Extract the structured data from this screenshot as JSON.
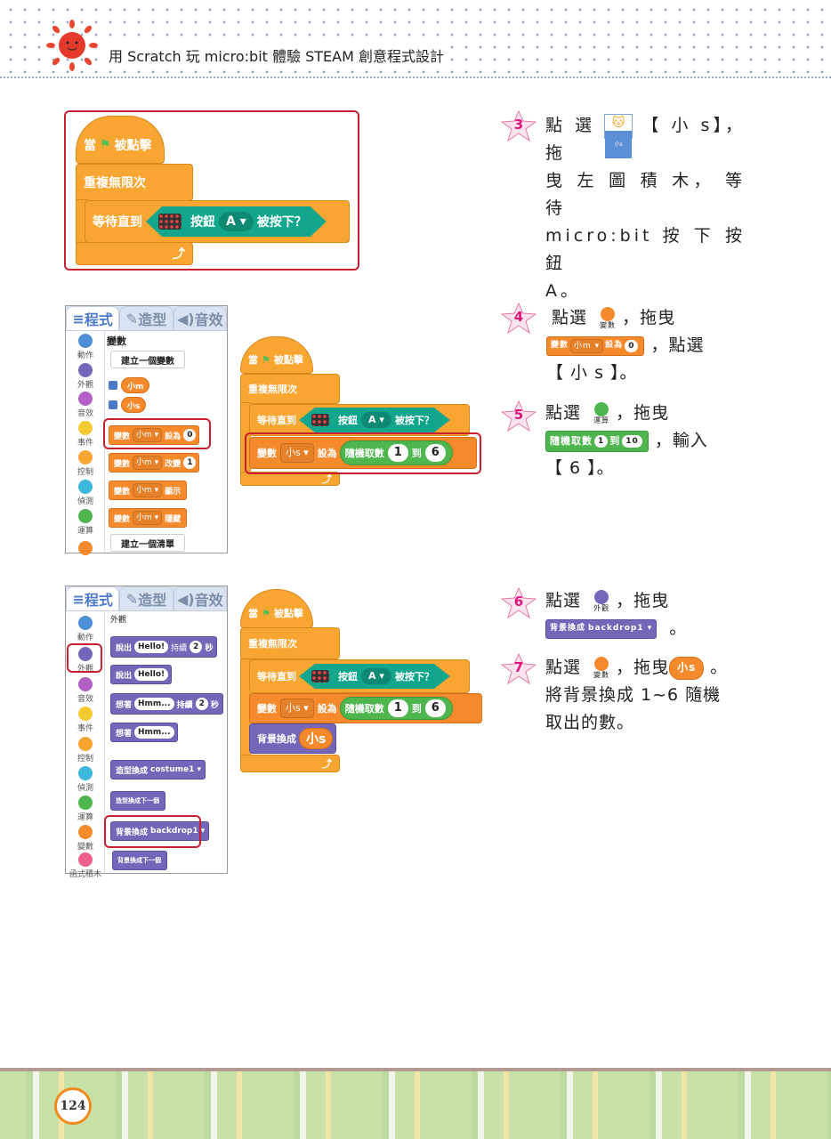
{
  "header": {
    "book_title": "用 Scratch 玩 micro:bit 體驗 STEAM 創意程式設計"
  },
  "blocks": {
    "when_flag": "當",
    "clicked": "被點擊",
    "forever": "重複無限次",
    "wait_until": "等待直到",
    "button": "按鈕",
    "button_value": "A ▾",
    "pressed": "被按下？",
    "variable": "變數",
    "var_s": "小s ▾",
    "set_to": "設為",
    "random": "隨機取數",
    "to": "到",
    "rand_from": "1",
    "rand_to": "6",
    "switch_backdrop": "背景換成",
    "var_s_reporter": "小s",
    "loop_arrow": "⤴"
  },
  "palette": {
    "tabs": [
      "程式",
      "造型",
      "音效"
    ],
    "categories": [
      "動作",
      "外觀",
      "音效",
      "事件",
      "控制",
      "偵測",
      "運算",
      "變數",
      "函式積木"
    ],
    "category_colors": [
      "#4c8fd6",
      "#7466b8",
      "#b45fc4",
      "#f5c932",
      "#f8a531",
      "#3cb8db",
      "#4fb54f",
      "#f58a2c",
      "#ee5f8a"
    ],
    "variables": {
      "heading": "變數",
      "make_variable": "建立一個變數",
      "vars": [
        "小m",
        "小s"
      ],
      "blocks": [
        {
          "label": "變數",
          "dropdown": "小m ▾",
          "action": "設為",
          "value": "0"
        },
        {
          "label": "變數",
          "dropdown": "小m ▾",
          "action": "改變",
          "value": "1"
        },
        {
          "label": "變數",
          "dropdown": "小m ▾",
          "action": "顯示"
        },
        {
          "label": "變數",
          "dropdown": "小m ▾",
          "action": "隱藏"
        }
      ],
      "make_list": "建立一個清單"
    },
    "looks": {
      "heading": "外觀",
      "say_for": {
        "label": "說出",
        "text": "Hello!",
        "for": "持續",
        "secs": "2",
        "unit": "秒"
      },
      "say": {
        "label": "說出",
        "text": "Hello!"
      },
      "think_for": {
        "label": "想著",
        "text": "Hmm...",
        "for": "持續",
        "secs": "2",
        "unit": "秒"
      },
      "think": {
        "label": "想著",
        "text": "Hmm..."
      },
      "switch_costume": "造型換成",
      "costume": "costume1 ▾",
      "next_costume": "造型換成下一個",
      "switch_backdrop": "背景換成",
      "backdrop": "backdrop1 ▾",
      "next_backdrop": "背景換成下一個"
    }
  },
  "steps": [
    {
      "num": "3",
      "lines": [
        "點 選",
        "【 小 s】， 拖",
        "曳 左 圖 積 木， 等 待",
        "micro:bit 按 下 按 鈕",
        "A。"
      ],
      "sprite_label": "小s"
    },
    {
      "num": "4",
      "text_a": "點選",
      "cat_label": "變數",
      "text_b": "，拖曳",
      "text_c": "，點選",
      "text_d": "【 小 s 】。",
      "block": {
        "label": "變數",
        "dropdown": "小m ▾",
        "action": "設為",
        "value": "0"
      }
    },
    {
      "num": "5",
      "text_a": "點選",
      "cat_label": "運算",
      "text_b": "，拖曳",
      "text_c": "，輸入",
      "text_d": "【 6 】。",
      "block": {
        "label": "隨機取數",
        "from": "1",
        "to_label": "到",
        "to": "10"
      }
    },
    {
      "num": "6",
      "text_a": "點選",
      "cat_label": "外觀",
      "text_b": "，拖曳",
      "text_c": "。",
      "block": {
        "label": "背景換成",
        "dropdown": "backdrop1 ▾"
      }
    },
    {
      "num": "7",
      "text_a": "點選",
      "cat_label": "變數",
      "text_b": "，拖曳",
      "reporter": "小s",
      "text_c": "。",
      "text_d": "將背景換成 1~6 隨機",
      "text_e": "取出的數。"
    }
  ],
  "footer": {
    "page_number": "124"
  }
}
